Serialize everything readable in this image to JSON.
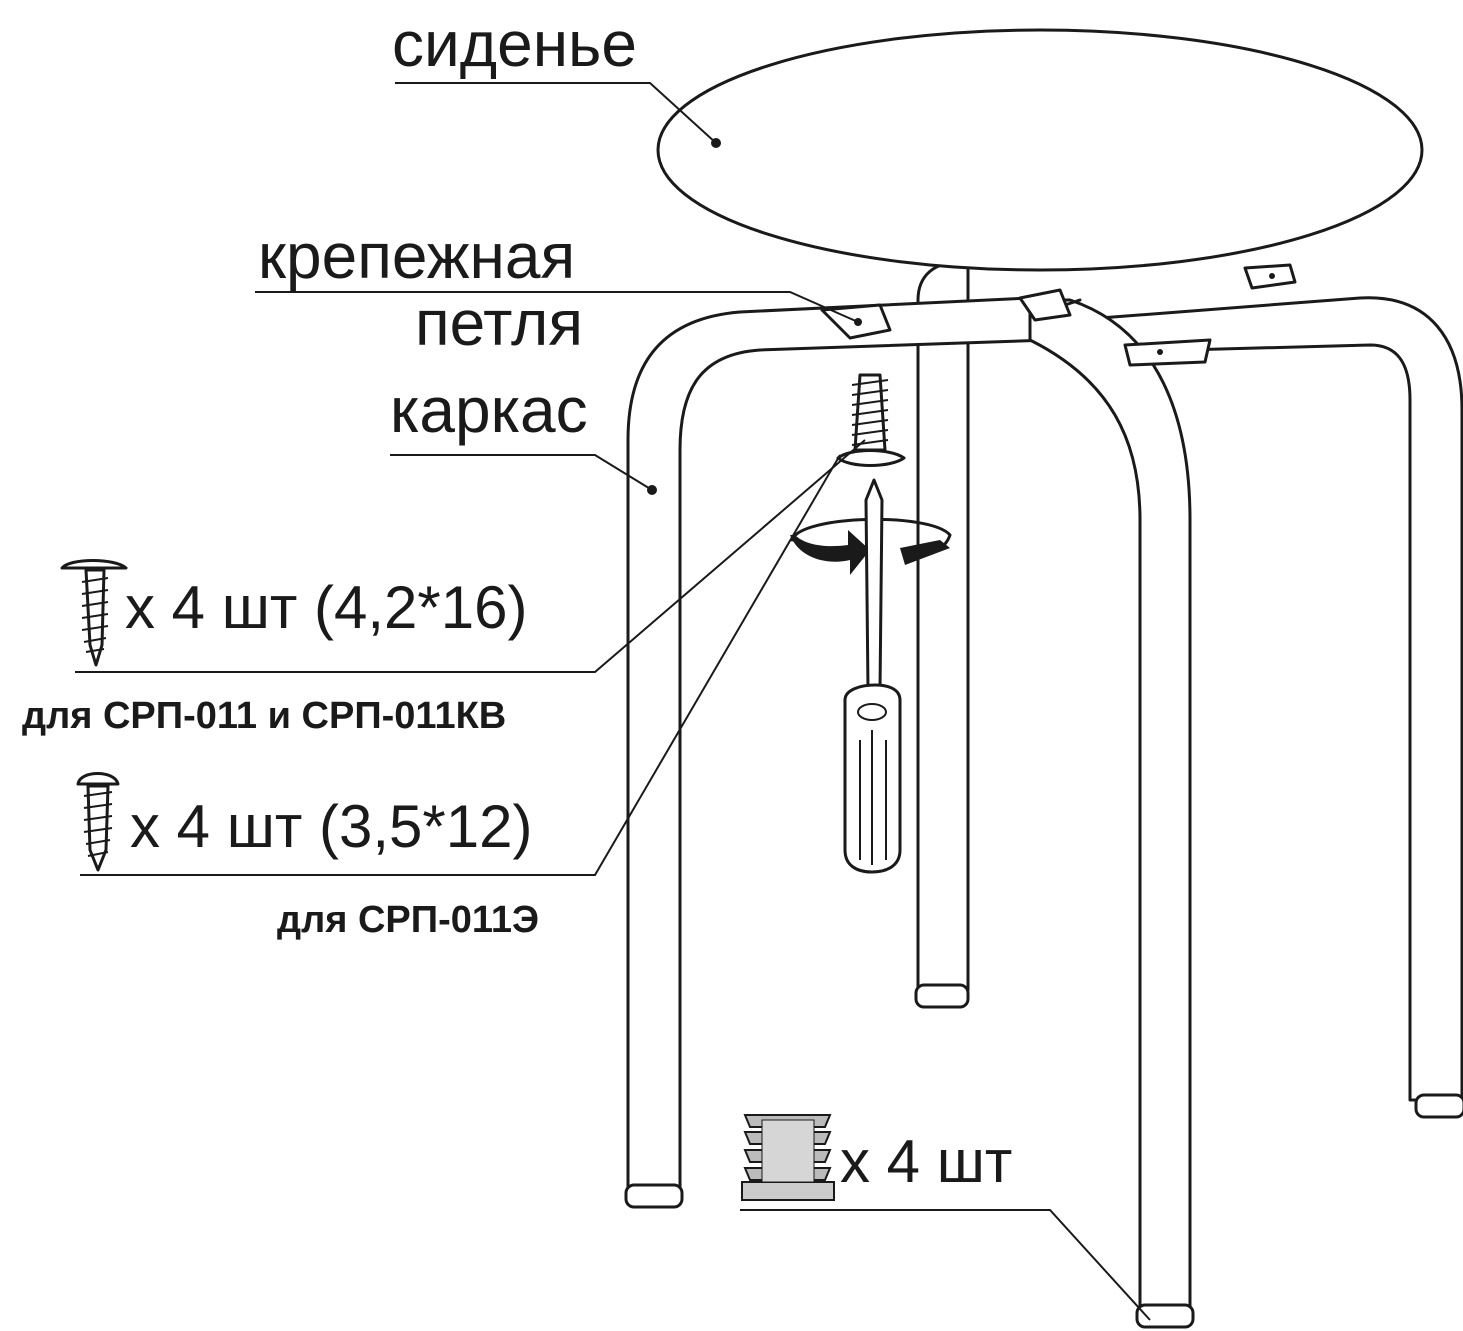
{
  "labels": {
    "seat": "сиденье",
    "bracket_line1": "крепежная",
    "bracket_line2": "петля",
    "frame": "каркас"
  },
  "screw_long": {
    "quantity": "x 4 шт (4,2*16)",
    "note": "для СРП-011 и СРП-011КВ"
  },
  "screw_short": {
    "quantity": "x 4 шт (3,5*12)",
    "note": "для СРП-011Э"
  },
  "caps": {
    "quantity": "x 4 шт"
  },
  "icons": [
    "seat-ellipse",
    "frame-legs",
    "mounting-bracket",
    "screw-icon",
    "screwdriver-icon",
    "rotation-arrow-icon",
    "leg-cap-icon"
  ]
}
